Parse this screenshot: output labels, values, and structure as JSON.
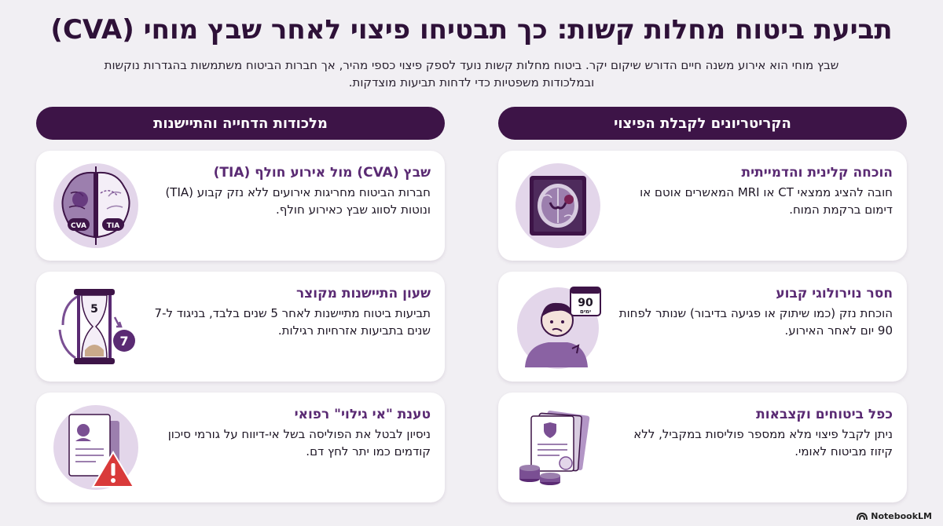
{
  "title": "תביעת ביטוח מחלות קשות: כך תבטיחו פיצוי לאחר שבץ מוחי (CVA)",
  "subtitle": "שבץ מוחי הוא אירוע משנה חיים הדורש שיקום יקר. ביטוח מחלות קשות נועד לספק פיצוי כספי מהיר, אך חברות הביטוח משתמשות בהגדרות נוקשות ובמלכודות משפטיות כדי לדחות תביעות מוצדקות.",
  "right_column": {
    "header": "הקריטריונים לקבלת הפיצוי",
    "cards": [
      {
        "title": "הוכחה קלינית והדמייתית",
        "body": "חובה להציג ממצאי CT או MRI המאשרים אוטם או דימום ברקמת המוח.",
        "icon": "brain-scan-icon"
      },
      {
        "title": "חסר נוירולוגי קבוע",
        "body": "הוכחת נזק (כמו שיתוק או פגיעה בדיבור) שנותר לפחות 90 יום לאחר האירוע.",
        "icon": "patient-calendar-icon",
        "calendar_number": "90",
        "calendar_label": "ימים"
      },
      {
        "title": "כפל ביטוחים וקצבאות",
        "body": "ניתן לקבל פיצוי מלא ממספר פוליסות במקביל, ללא קיזוז מביטוח לאומי.",
        "icon": "policies-coins-icon"
      }
    ]
  },
  "left_column": {
    "header": "מלכודות הדחייה והתיישנות",
    "cards": [
      {
        "title": "שבץ (CVA) מול אירוע חולף (TIA)",
        "body": "חברות הביטוח מחריגות אירועים ללא נזק קבוע (TIA) ונוטות לסווג שבץ כאירוע חולף.",
        "icon": "brain-compare-icon",
        "label_a": "CVA",
        "label_b": "TIA"
      },
      {
        "title": "שעון התיישנות מקוצר",
        "body": "תביעות ביטוח מתיישנות לאחר 5 שנים בלבד, בניגוד ל-7 שנים בתביעות אזרחיות רגילות.",
        "icon": "hourglass-icon",
        "num_a": "5",
        "num_b": "7"
      },
      {
        "title": "טענת \"אי גילוי\" רפואי",
        "body": "ניסיון לבטל את הפוליסה בשל אי-דיווח על גורמי סיכון קודמים כמו יתר לחץ דם.",
        "icon": "document-warning-icon"
      }
    ]
  },
  "brand": "NotebookLM",
  "colors": {
    "header_bg": "#3d1447",
    "accent": "#5a2a73",
    "page_bg": "#f1eff3",
    "warning": "#d93a3a",
    "icon_purple": "#7a4f93",
    "icon_light": "#e3d6ea"
  }
}
